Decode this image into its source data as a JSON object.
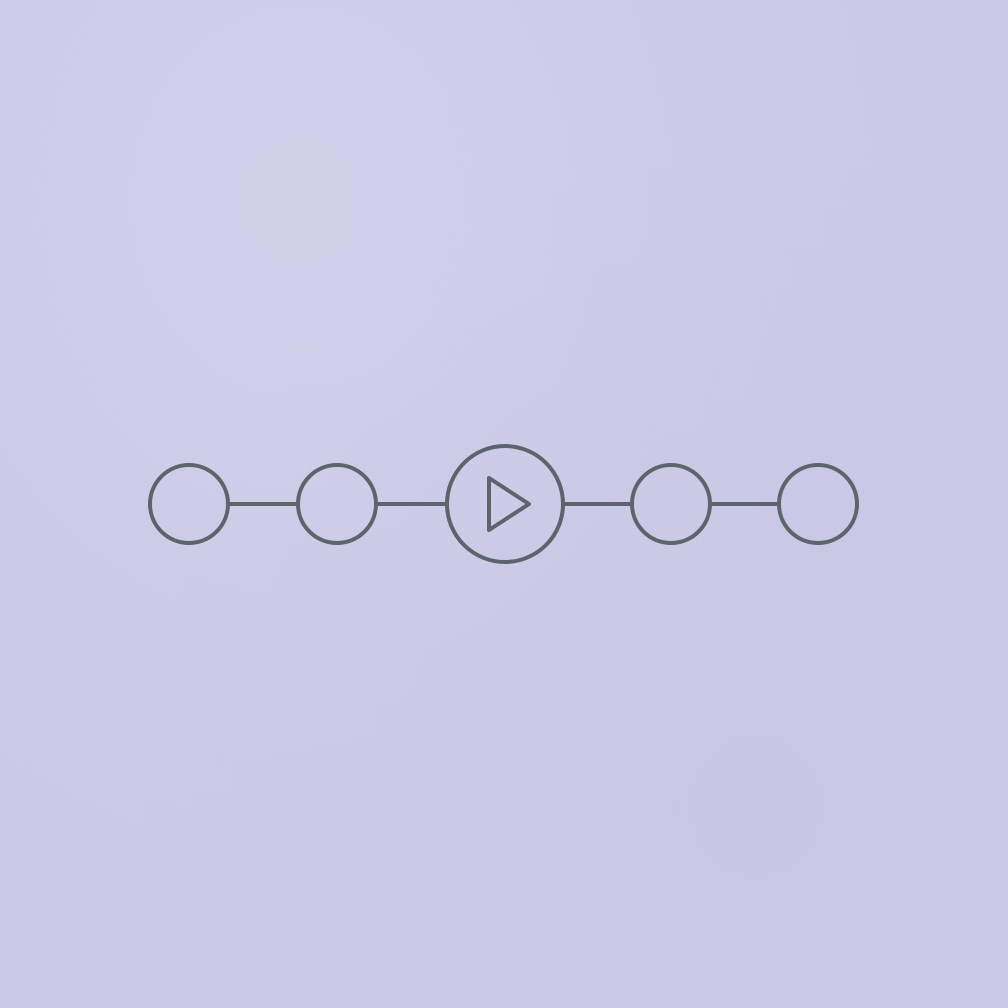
{
  "stepper": {
    "steps": [
      {
        "name": "step-1",
        "state": "idle",
        "icon": "none"
      },
      {
        "name": "step-2",
        "state": "idle",
        "icon": "none"
      },
      {
        "name": "step-3",
        "state": "current",
        "icon": "play-icon"
      },
      {
        "name": "step-4",
        "state": "idle",
        "icon": "none"
      },
      {
        "name": "step-5",
        "state": "idle",
        "icon": "none"
      }
    ],
    "current_index": 2
  },
  "colors": {
    "background": "#cbcae6",
    "stroke": "#5f636c"
  }
}
